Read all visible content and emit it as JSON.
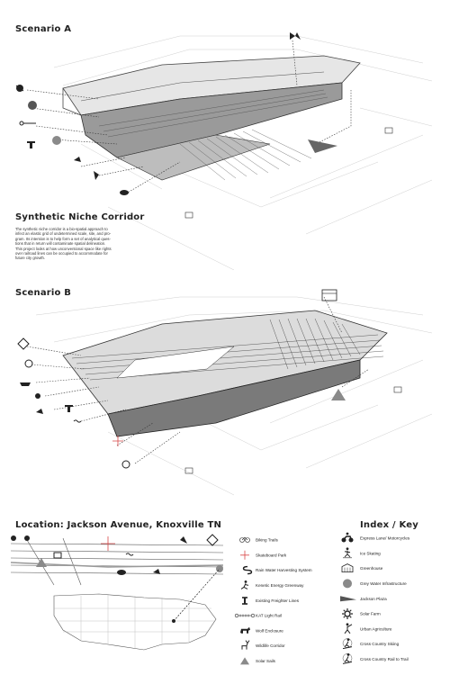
{
  "scenario_a": {
    "title": "Scenario A"
  },
  "synthetic": {
    "title": "Synthetic Niche Corridor",
    "lines": [
      "The synthetic niche corridor is a bio-spatial approach to",
      "infect an elastic grid of undetermined scale, site, and pro-",
      "gram. Its intention is to help form a set of analytical ques-",
      "tions that in return will contaminate spatial delineation.",
      "This project looks at how unconventional space like rights",
      "over railroad lines can be occupied to accommodate for",
      "future city growth."
    ]
  },
  "scenario_b": {
    "title": "Scenario B"
  },
  "location": {
    "title": "Location: Jackson Avenue, Knoxville TN"
  },
  "key": {
    "title": "Index / Key",
    "left": [
      {
        "icon": "bicycle-icon",
        "label": "Biking Trails"
      },
      {
        "icon": "cross-icon",
        "label": "Skateboard Park"
      },
      {
        "icon": "s-curve-icon",
        "label": "Rain Water Harvesting System"
      },
      {
        "icon": "runner-icon",
        "label": "Kenetic Energy Greenway"
      },
      {
        "icon": "rail-icon",
        "label": "Existing Freighter Lines"
      },
      {
        "icon": "train-icon",
        "label": "KAT Light Rail"
      },
      {
        "icon": "wolf-icon",
        "label": "Wolf Enclosure"
      },
      {
        "icon": "deer-icon",
        "label": "Wildlife Corridor"
      },
      {
        "icon": "triangle-icon",
        "label": "Solar Sails"
      }
    ],
    "right": [
      {
        "icon": "motorcycle-icon",
        "label": "Express Lane/ Motorcycles"
      },
      {
        "icon": "skater-icon",
        "label": "Ice Skating"
      },
      {
        "icon": "greenhouse-icon",
        "label": "Greenhouse"
      },
      {
        "icon": "circle-icon",
        "label": "Grey Water Infrastructure"
      },
      {
        "icon": "wedge-icon",
        "label": "Jackson Plaza"
      },
      {
        "icon": "sun-icon",
        "label": "Solar Farm"
      },
      {
        "icon": "farmer-icon",
        "label": "Urban Agriculture"
      },
      {
        "icon": "skier-icon",
        "label": "Cross Country Skiing"
      },
      {
        "icon": "skier-icon",
        "label": "Cross Country Rail to Trail"
      }
    ]
  },
  "colors": {
    "accent_red": "#d94a4a",
    "grey_fill": "#8a8a8a",
    "line": "#444444"
  }
}
